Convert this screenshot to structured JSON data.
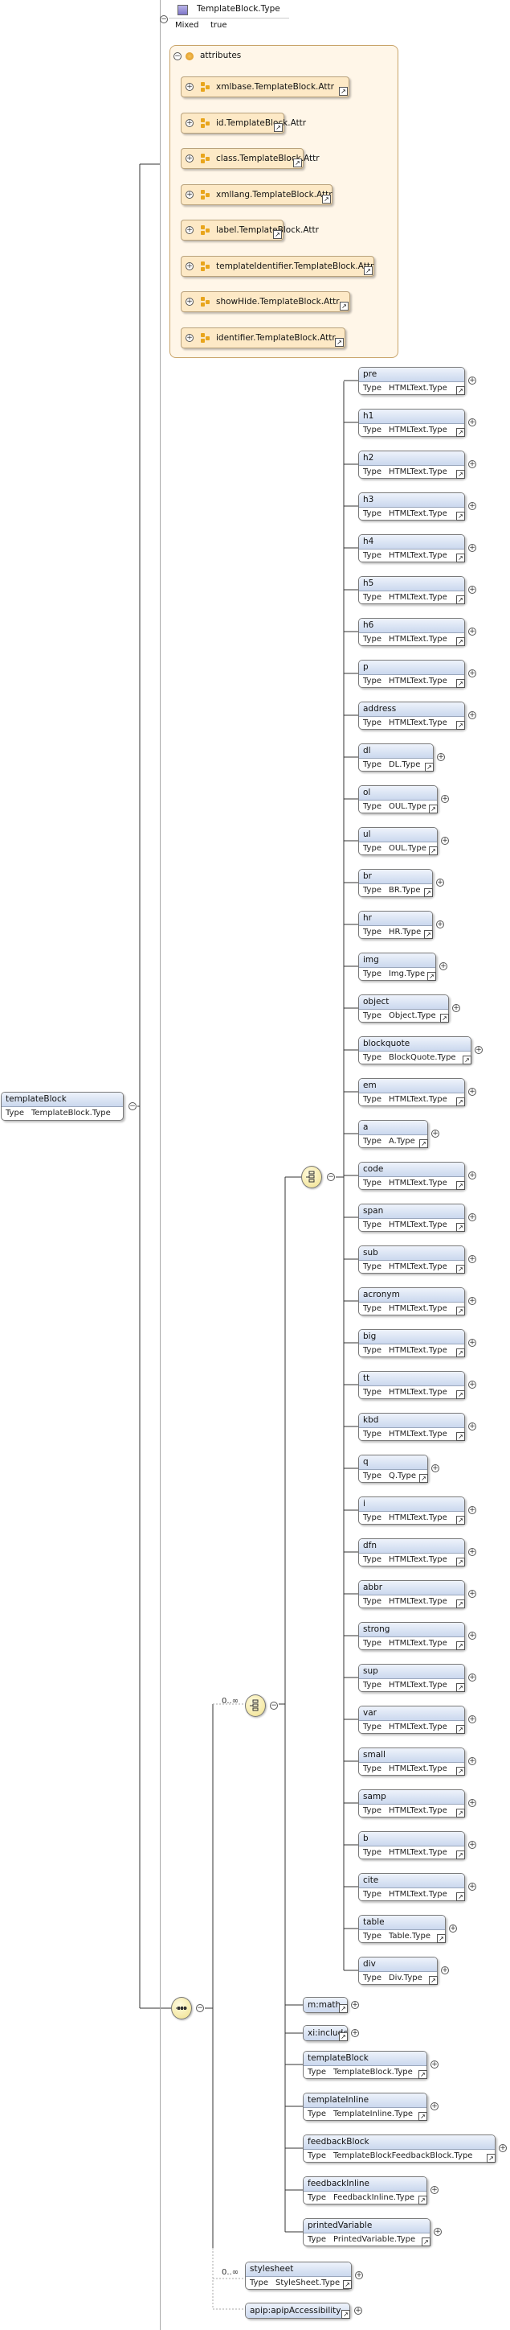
{
  "type_header": {
    "name": "TemplateBlock.Type",
    "mixed_label": "Mixed",
    "mixed_value": "true"
  },
  "attributes_group": {
    "label": "attributes",
    "items": [
      "xmlbase.TemplateBlock.Attr",
      "id.TemplateBlock.Attr",
      "class.TemplateBlock.Attr",
      "xmllang.TemplateBlock.Attr",
      "label.TemplateBlock.Attr",
      "templateIdentifier.TemplateBlock.Attr",
      "showHide.TemplateBlock.Attr",
      "identifier.TemplateBlock.Attr"
    ]
  },
  "root": {
    "name": "templateBlock",
    "type_label": "Type",
    "type": "TemplateBlock.Type"
  },
  "type_label": "Type",
  "cardinality": {
    "choice": "0..∞",
    "stylesheet": "0..∞"
  },
  "choice_elements": [
    {
      "name": "pre",
      "type": "HTMLText.Type"
    },
    {
      "name": "h1",
      "type": "HTMLText.Type"
    },
    {
      "name": "h2",
      "type": "HTMLText.Type"
    },
    {
      "name": "h3",
      "type": "HTMLText.Type"
    },
    {
      "name": "h4",
      "type": "HTMLText.Type"
    },
    {
      "name": "h5",
      "type": "HTMLText.Type"
    },
    {
      "name": "h6",
      "type": "HTMLText.Type"
    },
    {
      "name": "p",
      "type": "HTMLText.Type"
    },
    {
      "name": "address",
      "type": "HTMLText.Type"
    },
    {
      "name": "dl",
      "type": "DL.Type"
    },
    {
      "name": "ol",
      "type": "OUL.Type"
    },
    {
      "name": "ul",
      "type": "OUL.Type"
    },
    {
      "name": "br",
      "type": "BR.Type"
    },
    {
      "name": "hr",
      "type": "HR.Type"
    },
    {
      "name": "img",
      "type": "Img.Type"
    },
    {
      "name": "object",
      "type": "Object.Type"
    },
    {
      "name": "blockquote",
      "type": "BlockQuote.Type"
    },
    {
      "name": "em",
      "type": "HTMLText.Type"
    },
    {
      "name": "a",
      "type": "A.Type"
    },
    {
      "name": "code",
      "type": "HTMLText.Type"
    },
    {
      "name": "span",
      "type": "HTMLText.Type"
    },
    {
      "name": "sub",
      "type": "HTMLText.Type"
    },
    {
      "name": "acronym",
      "type": "HTMLText.Type"
    },
    {
      "name": "big",
      "type": "HTMLText.Type"
    },
    {
      "name": "tt",
      "type": "HTMLText.Type"
    },
    {
      "name": "kbd",
      "type": "HTMLText.Type"
    },
    {
      "name": "q",
      "type": "Q.Type"
    },
    {
      "name": "i",
      "type": "HTMLText.Type"
    },
    {
      "name": "dfn",
      "type": "HTMLText.Type"
    },
    {
      "name": "abbr",
      "type": "HTMLText.Type"
    },
    {
      "name": "strong",
      "type": "HTMLText.Type"
    },
    {
      "name": "sup",
      "type": "HTMLText.Type"
    },
    {
      "name": "var",
      "type": "HTMLText.Type"
    },
    {
      "name": "small",
      "type": "HTMLText.Type"
    },
    {
      "name": "samp",
      "type": "HTMLText.Type"
    },
    {
      "name": "b",
      "type": "HTMLText.Type"
    },
    {
      "name": "cite",
      "type": "HTMLText.Type"
    },
    {
      "name": "table",
      "type": "Table.Type"
    },
    {
      "name": "div",
      "type": "Div.Type"
    }
  ],
  "other_elements": [
    {
      "name": "m:math"
    },
    {
      "name": "xi:include"
    },
    {
      "name": "templateBlock",
      "type": "TemplateBlock.Type"
    },
    {
      "name": "templateInline",
      "type": "TemplateInline.Type"
    },
    {
      "name": "feedbackBlock",
      "type": "TemplateBlockFeedbackBlock.Type"
    },
    {
      "name": "feedbackInline",
      "type": "FeedbackInline.Type"
    },
    {
      "name": "printedVariable",
      "type": "PrintedVariable.Type"
    }
  ],
  "stylesheet": {
    "name": "stylesheet",
    "type": "StyleSheet.Type"
  },
  "apip": {
    "name": "apip:apipAccessibility"
  }
}
